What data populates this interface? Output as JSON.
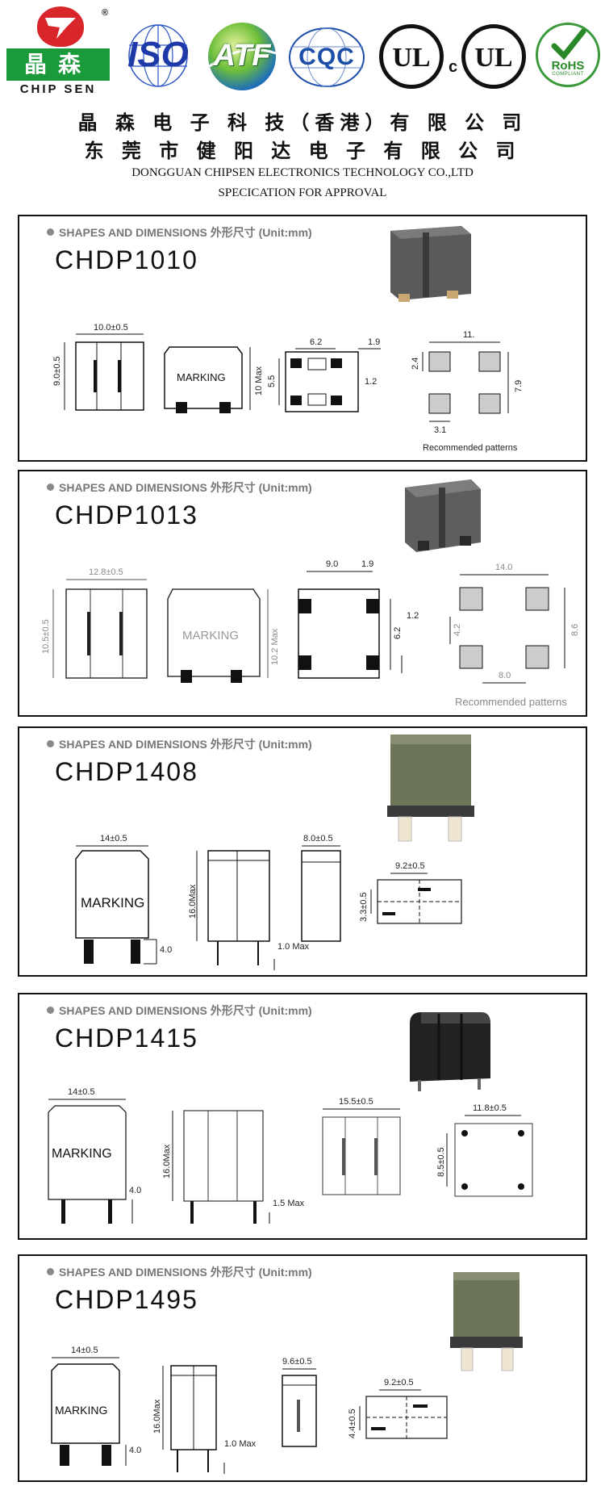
{
  "header": {
    "brand_cn": "晶森",
    "brand_en": "CHIP SEN",
    "registered_mark": "®",
    "cert_logos": [
      "ISO",
      "ATF",
      "CQC",
      "UL",
      "c",
      "UL",
      "RoHS"
    ],
    "rohs_sub": "COMPLIANT",
    "company_cn_1": "晶 森 电 子 科 技（香港）有 限 公 司",
    "company_cn_2": "东 莞 市 健 阳 达 电 子  有 限 公 司",
    "company_en": "DONGGUAN CHIPSEN ELECTRONICS TECHNOLOGY  CO.,LTD",
    "doc_title": "SPECICATION FOR APPROVAL"
  },
  "section_heading": "SHAPES AND DIMENSIONS 外形尺寸 (Unit:mm)",
  "marking_label": "MARKING",
  "recommended_label": "Recommended patterns",
  "panels": [
    {
      "model": "CHDP1010",
      "dims": [
        "10.0±0.5",
        "9.0±0.5",
        "10 Max",
        "6.2",
        "1.9",
        "5.5",
        "1.2",
        "11.",
        "2.4",
        "7.9",
        "3.1"
      ]
    },
    {
      "model": "CHDP1013",
      "dims": [
        "12.8±0.5",
        "10.5±0.5",
        "10.2 Max",
        "9.0",
        "1.9",
        "6.2",
        "1.2",
        "14.0",
        "4.2",
        "8.6",
        "8.0"
      ]
    },
    {
      "model": "CHDP1408",
      "dims": [
        "14±0.5",
        "4.0",
        "16.0Max",
        "1.0 Max",
        "8.0±0.5",
        "9.2±0.5",
        "3.3±0.5"
      ]
    },
    {
      "model": "CHDP1415",
      "dims": [
        "14±0.5",
        "4.0",
        "16.0Max",
        "1.5 Max",
        "15.5±0.5",
        "11.8±0.5",
        "8.5±0.5"
      ]
    },
    {
      "model": "CHDP1495",
      "dims": [
        "14±0.5",
        "4.0",
        "16.0Max",
        "1.0 Max",
        "9.6±0.5",
        "9.2±0.5",
        "4.4±0.5"
      ]
    }
  ],
  "colors": {
    "brand_red": "#d8262b",
    "brand_green": "#1a9a3b",
    "iso_blue": "#1e3aa8",
    "rohs_green": "#2a8a2a"
  }
}
